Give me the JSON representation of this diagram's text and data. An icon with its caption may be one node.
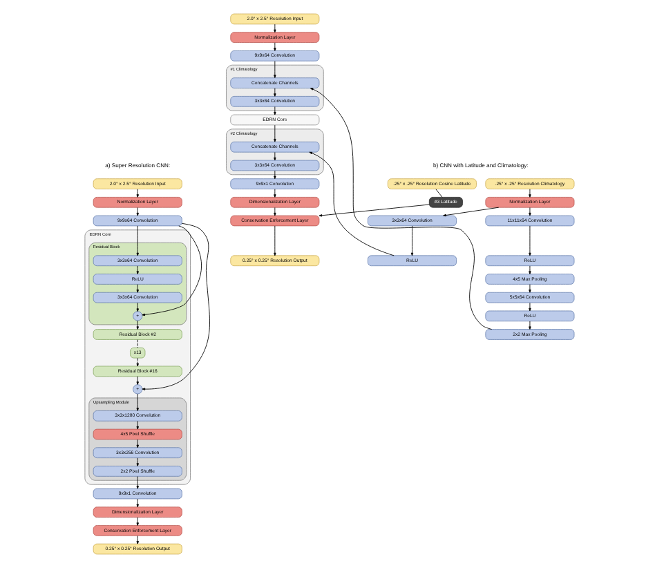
{
  "diagram": {
    "nodes": [
      {
        "text": [
          "2.0° x 2.5° Resolution Input"
        ]
      },
      {
        "text": [
          "Normalization Layer"
        ]
      },
      {
        "text": [
          "9x9x64 Convolution"
        ]
      },
      {
        "text": [
          "EDRN Core"
        ]
      },
      {
        "text": [
          "Residual Block"
        ],
        "in": 3
      },
      {
        "text": [
          "3x3x64 Convolution"
        ],
        "in": 4
      },
      {
        "text": [
          "ReLU"
        ],
        "in": 4
      },
      {
        "text": [
          "3x3x64 Convolution"
        ],
        "in": 4
      },
      {
        "text": [
          "+"
        ],
        "in": 4
      },
      {
        "text": [
          "Residual Block #2"
        ],
        "in": 3
      },
      {
        "text": [
          "x13"
        ],
        "in": 3
      },
      {
        "text": [
          "Residual Block #16"
        ],
        "in": 3
      },
      {
        "text": [
          "+"
        ],
        "in": 3
      },
      {
        "text": [
          "Upsampling Module"
        ],
        "in": 3
      },
      {
        "text": [
          "3x3x1280 Convolution"
        ],
        "in": 13
      },
      {
        "text": [
          "4x5 Pixel Shuffle"
        ],
        "in": 13
      },
      {
        "text": [
          "3x3x256 Convolution"
        ],
        "in": 13
      },
      {
        "text": [
          "2x2 Pixel Shuffle"
        ],
        "in": 13
      },
      {
        "text": [
          "9x9x1 Convolution"
        ]
      },
      {
        "text": [
          "Dimensionalization Layer"
        ]
      },
      {
        "text": [
          "Conservation Enforcement Layer"
        ]
      },
      {
        "text": [
          "0.25° x 0.25° Resolution Output"
        ]
      },
      {
        "text": [
          ".25° x .25° Resolution Cosine Latitude"
        ]
      },
      {
        "text": [
          "2.0° x 2.5° Resolution Input"
        ]
      },
      {
        "text": [
          "Normalization Layer"
        ]
      },
      {
        "text": [
          "9x9x64 Convolution"
        ]
      },
      {
        "text": [
          "#1 Climatology"
        ]
      },
      {
        "text": [
          "Concatenate Channels"
        ],
        "in": 26
      },
      {
        "text": [
          "3x3x64 Convolution"
        ],
        "in": 26
      },
      {
        "text": [
          "EDRN Core"
        ]
      },
      {
        "text": [
          "#2 Climatology"
        ]
      },
      {
        "text": [
          "Concatenate Channels"
        ],
        "in": 30
      },
      {
        "text": [
          "3x3x64 Convolution"
        ],
        "in": 30
      },
      {
        "text": [
          "9x9x1 Convolution"
        ]
      },
      {
        "text": [
          "Dimensionalization Layer"
        ]
      },
      {
        "text": [
          "Conservation Enforcement Layer"
        ]
      },
      {
        "text": [
          "0.25° x 0.25° Resolution Output"
        ]
      },
      {
        "text": [
          "#3 Latitude"
        ]
      },
      {
        "text": [
          ".25° x .25° Resolution Climatology"
        ]
      },
      {
        "text": [
          "Normalization Layer"
        ]
      },
      {
        "text": [
          "11x11x64 Convolution"
        ]
      },
      {
        "text": [
          "ReLU"
        ]
      },
      {
        "text": [
          "4x5 Max Pooling"
        ]
      },
      {
        "text": [
          "5x5x64 Convolution"
        ]
      },
      {
        "text": [
          "ReLU"
        ]
      },
      {
        "text": [
          "2x2 Max Pooling"
        ]
      },
      {
        "text": [
          "3x3x64 Convolution"
        ]
      },
      {
        "text": [
          "ReLU"
        ]
      }
    ],
    "edges": [
      {
        "from": 0,
        "to": 1,
        "arrow": "to"
      },
      {
        "from": 1,
        "to": 2,
        "arrow": "to"
      },
      {
        "from": 2,
        "to": 5,
        "arrow": "to"
      },
      {
        "from": 2,
        "to": 8,
        "arrow": "to"
      },
      {
        "from": 5,
        "to": 6,
        "arrow": "to"
      },
      {
        "from": 6,
        "to": 7,
        "arrow": "to"
      },
      {
        "from": 7,
        "to": 8,
        "arrow": "to"
      },
      {
        "from": 8,
        "to": 9,
        "arrow": "to"
      },
      {
        "from": 9,
        "to": 10,
        "arrow": "none",
        "style": "dashed"
      },
      {
        "from": 10,
        "to": 11,
        "arrow": "to",
        "style": "dashed"
      },
      {
        "from": 11,
        "to": 12,
        "arrow": "to"
      },
      {
        "from": 2,
        "to": 12,
        "arrow": "to"
      },
      {
        "from": 12,
        "to": 14,
        "arrow": "to"
      },
      {
        "from": 14,
        "to": 15,
        "arrow": "to"
      },
      {
        "from": 15,
        "to": 16,
        "arrow": "to"
      },
      {
        "from": 16,
        "to": 17,
        "arrow": "to"
      },
      {
        "from": 17,
        "to": 18,
        "arrow": "to"
      },
      {
        "from": 18,
        "to": 19,
        "arrow": "to"
      },
      {
        "from": 19,
        "to": 20,
        "arrow": "to"
      },
      {
        "from": 20,
        "to": 21,
        "arrow": "to"
      },
      {
        "from": 22,
        "to": 37,
        "arrow": "none"
      },
      {
        "from": 37,
        "to": 35,
        "arrow": "to"
      },
      {
        "from": 23,
        "to": 24,
        "arrow": "to"
      },
      {
        "from": 24,
        "to": 25,
        "arrow": "to"
      },
      {
        "from": 25,
        "to": 27,
        "arrow": "to"
      },
      {
        "from": 27,
        "to": 28,
        "arrow": "to"
      },
      {
        "from": 28,
        "to": 29,
        "arrow": "to"
      },
      {
        "from": 29,
        "to": 31,
        "arrow": "to"
      },
      {
        "from": 31,
        "to": 32,
        "arrow": "to"
      },
      {
        "from": 32,
        "to": 33,
        "arrow": "to"
      },
      {
        "from": 33,
        "to": 34,
        "arrow": "to"
      },
      {
        "from": 34,
        "to": 35,
        "arrow": "to"
      },
      {
        "from": 35,
        "to": 36,
        "arrow": "to"
      },
      {
        "from": 38,
        "to": 39,
        "arrow": "to"
      },
      {
        "from": 39,
        "to": 40,
        "arrow": "to"
      },
      {
        "from": 40,
        "to": 41,
        "arrow": "to"
      },
      {
        "from": 41,
        "to": 42,
        "arrow": "to"
      },
      {
        "from": 42,
        "to": 43,
        "arrow": "to"
      },
      {
        "from": 43,
        "to": 44,
        "arrow": "to"
      },
      {
        "from": 44,
        "to": 45,
        "arrow": "to"
      },
      {
        "from": 45,
        "to": 27,
        "arrow": "to"
      },
      {
        "from": 39,
        "to": 46,
        "arrow": "to"
      },
      {
        "from": 46,
        "to": 47,
        "arrow": "to"
      },
      {
        "from": 47,
        "to": 31,
        "arrow": "to"
      }
    ],
    "labels": [
      "a) Super Resolution CNN:",
      "b) CNN with Latitude and Climatology:"
    ]
  }
}
